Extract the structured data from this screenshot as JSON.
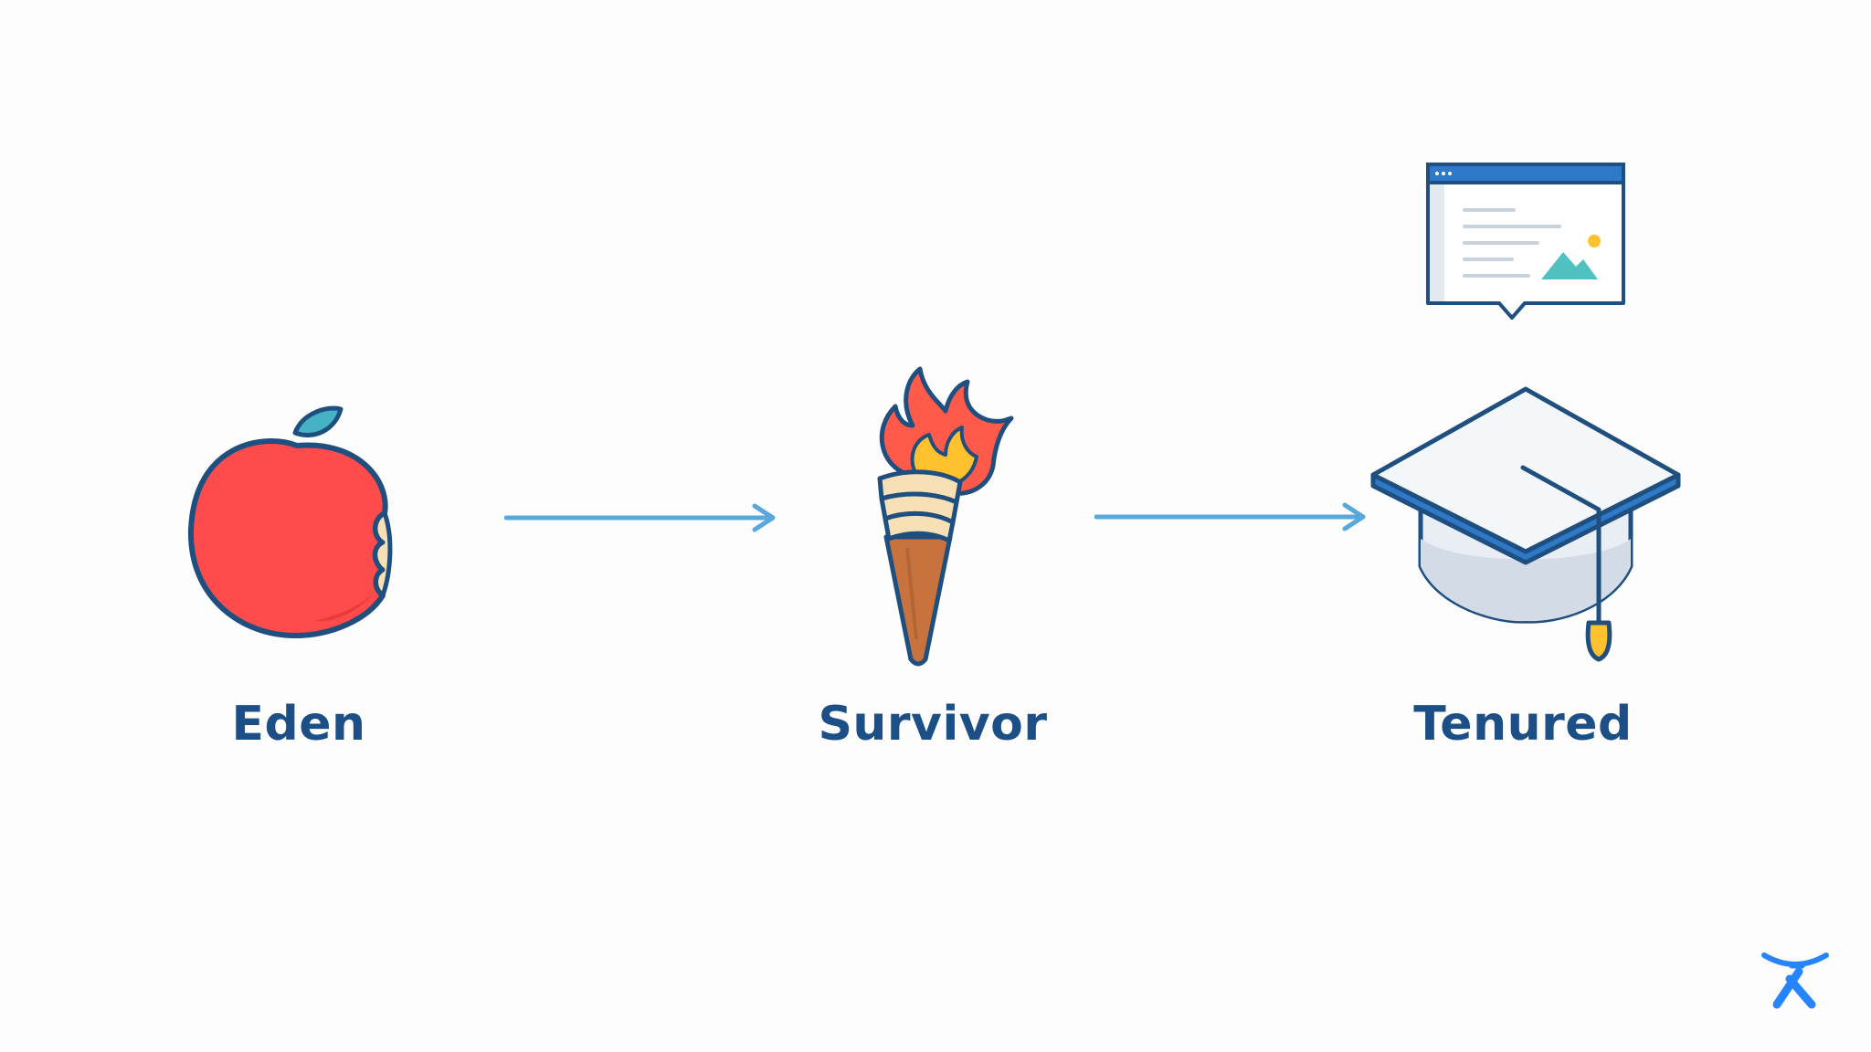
{
  "diagram": {
    "nodes": [
      {
        "id": "eden",
        "label": "Eden",
        "icon": "bitten-apple-icon"
      },
      {
        "id": "survivor",
        "label": "Survivor",
        "icon": "torch-icon"
      },
      {
        "id": "tenured",
        "label": "Tenured",
        "icon": "graduation-cap-icon"
      }
    ],
    "edges": [
      {
        "from": "eden",
        "to": "survivor"
      },
      {
        "from": "survivor",
        "to": "tenured"
      }
    ],
    "decorations": [
      "browser-window-callout-icon",
      "atlassian-logo"
    ]
  },
  "colors": {
    "label_text": "#1d4f87",
    "arrow": "#5aa7db",
    "outline": "#1f4f7f",
    "apple_red": "#ff4b4b",
    "flame_red": "#ff5a4a",
    "flame_yellow": "#ffc12e",
    "cap_blue": "#2e79c8",
    "logo_blue": "#2684ff"
  }
}
